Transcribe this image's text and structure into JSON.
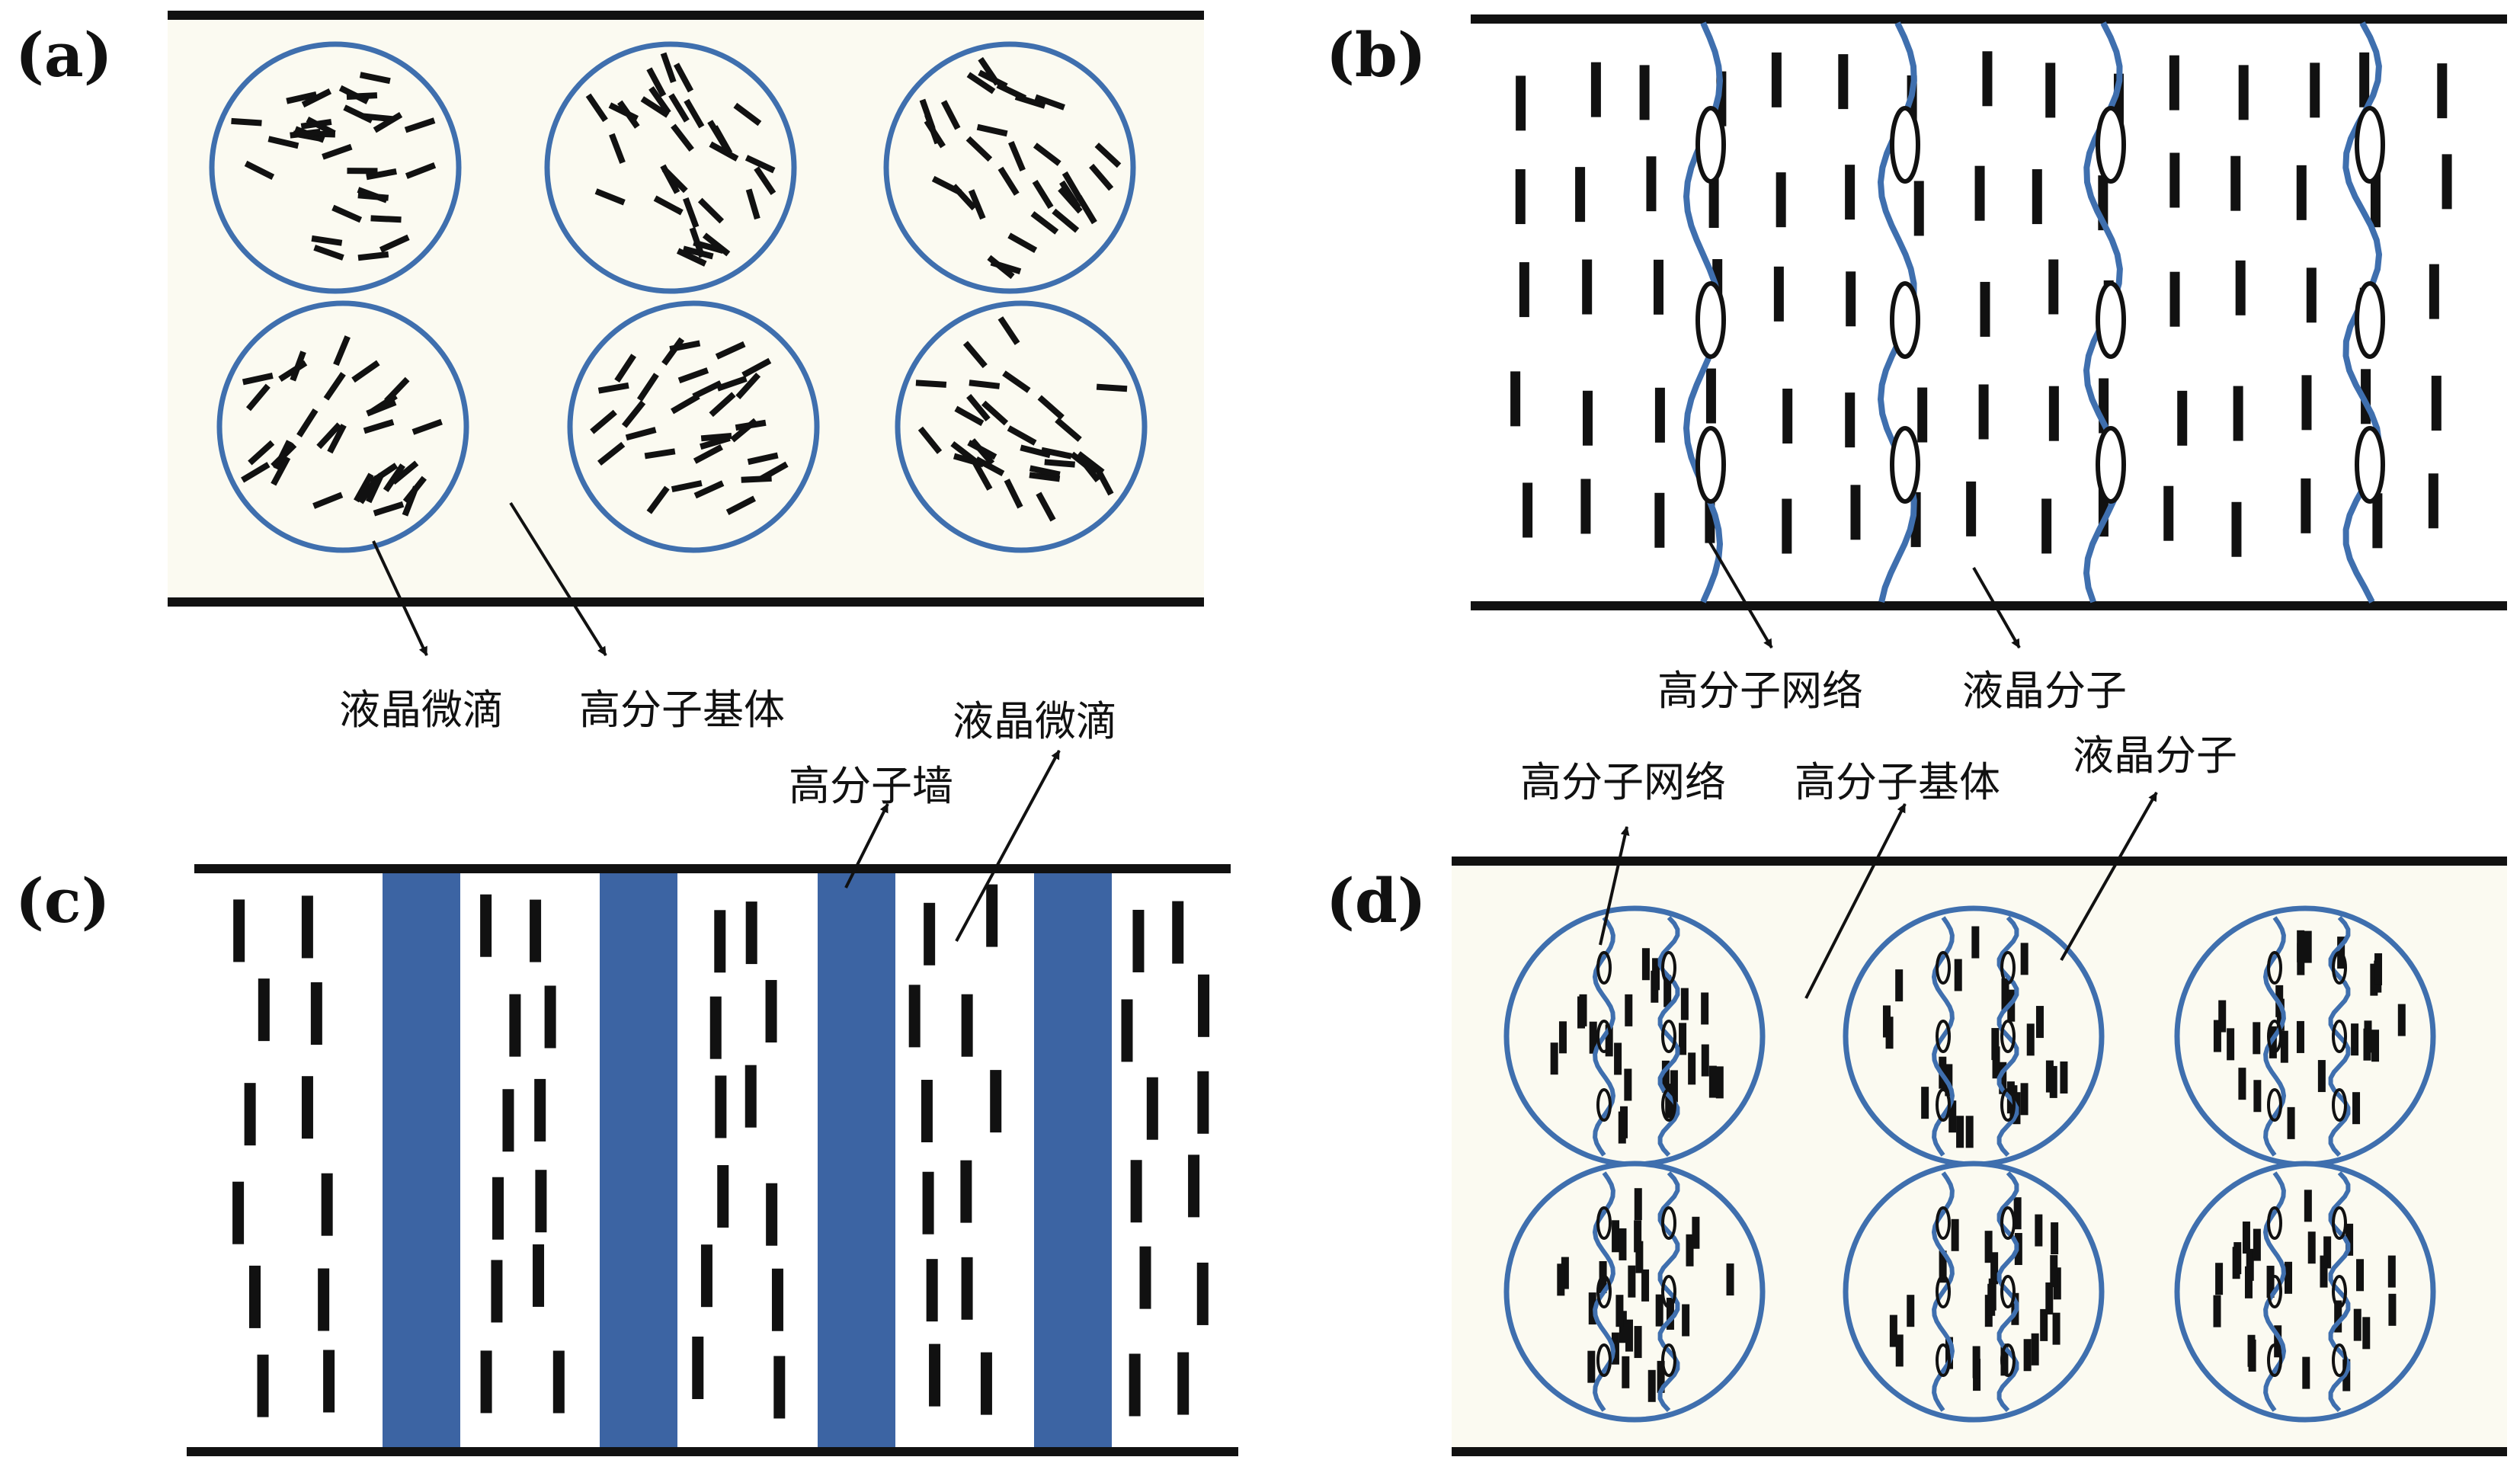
{
  "colors": {
    "matrix_fill": "#fbfaf1",
    "droplet_border": "#3f6fae",
    "network_line": "#3f6fae",
    "polymer_wall": "#3c64a3",
    "molecule": "#111111",
    "electrode": "#111111"
  },
  "panels": [
    {
      "id": "a",
      "label": "(a)",
      "annotations": [
        {
          "text": "液晶微滴"
        },
        {
          "text": "高分子基体"
        }
      ]
    },
    {
      "id": "b",
      "label": "(b)",
      "annotations": [
        {
          "text": "高分子网络"
        },
        {
          "text": "液晶分子"
        }
      ]
    },
    {
      "id": "c",
      "label": "(c)",
      "annotations": [
        {
          "text": "高分子墙"
        },
        {
          "text": "液晶微滴"
        }
      ]
    },
    {
      "id": "d",
      "label": "(d)",
      "annotations": [
        {
          "text": "高分子网络"
        },
        {
          "text": "高分子基体"
        },
        {
          "text": "液晶分子"
        }
      ]
    }
  ]
}
